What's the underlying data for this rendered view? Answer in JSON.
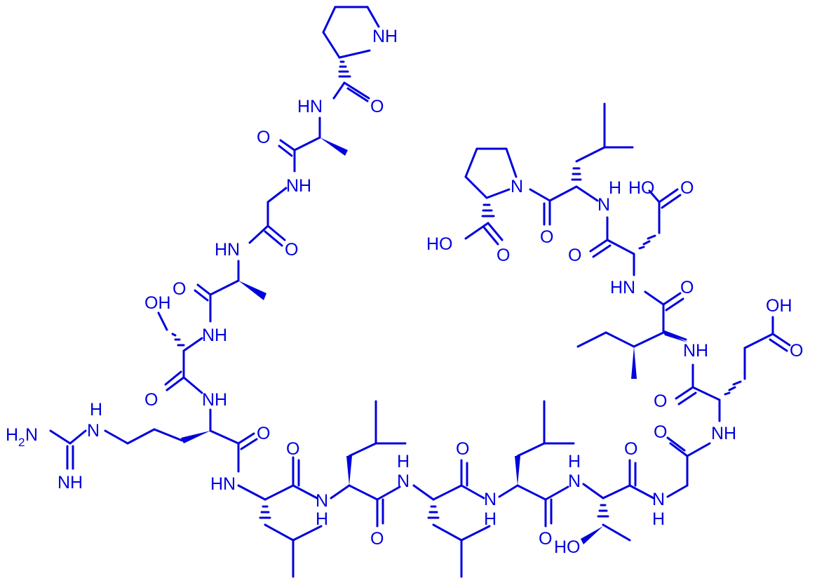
{
  "diagram": {
    "type": "skeletal-formula",
    "ink_color": "#0000dd",
    "background": "#ffffff",
    "labels": {
      "nh_pro": "NH",
      "hn_pro_amide": "HN",
      "o_pro_amide": "O",
      "o_ala1": "O",
      "nh_gly_n": "NH",
      "hn_ala2": "HN",
      "o_gly_c": "O",
      "o_ala2": "O",
      "oh_ser": "OH",
      "nh_ser": "NH",
      "o_ser": "O",
      "nh_arg": "NH",
      "h2n_guan": "H",
      "h2n_sub": "2",
      "h2n_n": "N",
      "h_guan_top": "H",
      "n_guan_top": "N",
      "nh_guan_imine": "NH",
      "o_arg": "O",
      "hn_leu1": "HN",
      "o_leu1": "O",
      "n_leu2": "N",
      "h_leu2": "H",
      "o_leu2": "O",
      "h_leu3": "H",
      "n_leu3": "N",
      "o_leu3": "O",
      "n_leu4": "N",
      "h_leu4": "H",
      "o_leu4": "O",
      "h_thr": "H",
      "n_thr": "N",
      "o_thr": "O",
      "ho_thr": "HO",
      "n_gly2": "N",
      "h_gly2": "H",
      "o_gly2": "O",
      "nh_glu": "NH",
      "o_glu": "O",
      "oh_glu_h": "OH",
      "o_glu_acid": "O",
      "nh_ile": "NH",
      "hn_asp": "HN",
      "o_asp": "O",
      "o_ile": "O",
      "ho_asp": "HO",
      "o_asp_acid": "O",
      "h_leu_c": "H",
      "n_leu_c": "N",
      "o_leu_c": "O",
      "n_pro_c": "N",
      "ho_pro_c": "HO",
      "o_pro_c": "O"
    }
  }
}
